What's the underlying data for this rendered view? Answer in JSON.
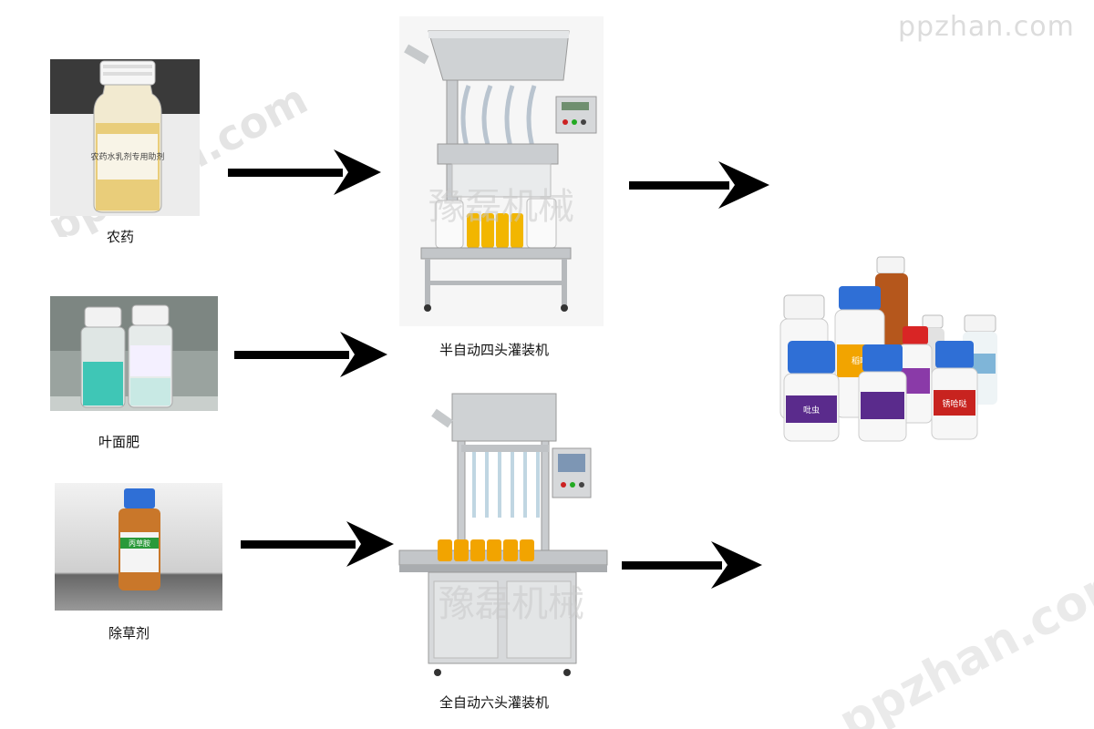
{
  "watermark": {
    "text": "ppzhan.com"
  },
  "inputs": [
    {
      "label": "农药",
      "photo_label": "农药水乳剂专用助剂"
    },
    {
      "label": "叶面肥"
    },
    {
      "label": "除草剂",
      "photo_label": "丙草胺"
    }
  ],
  "machines": [
    {
      "label": "半自动四头灌装机",
      "watermark": "豫磊机械"
    },
    {
      "label": "全自动六头灌装机",
      "watermark": "豫磊机械"
    }
  ],
  "output": {
    "bottle_labels": [
      "稻喹",
      "吡虫",
      "锈哈哒"
    ]
  },
  "colors": {
    "arrow": "#000000",
    "cap_blue": "#2f6fd6",
    "bottle_white": "#f4f4f4",
    "liquid_yellow": "#e8c86b"
  }
}
